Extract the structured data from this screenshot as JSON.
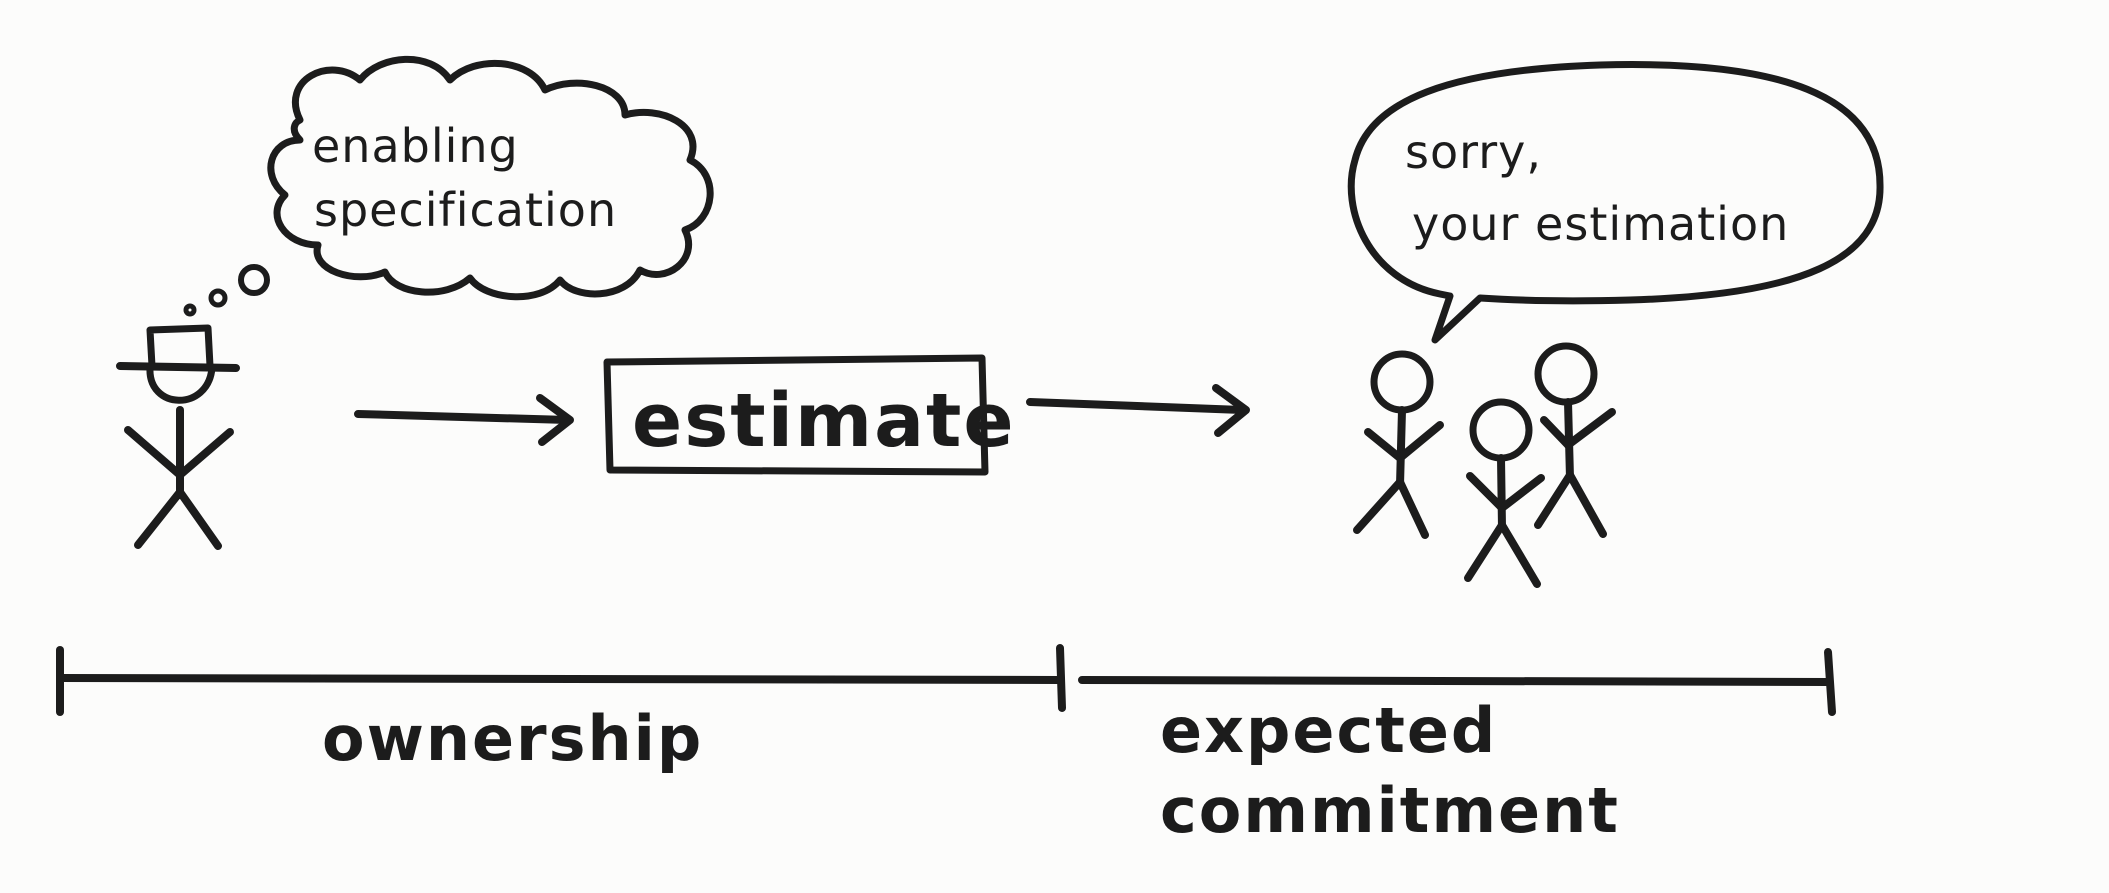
{
  "thought_bubble": {
    "line1": "enabling",
    "line2": "specification"
  },
  "box": {
    "label": "estimate"
  },
  "speech_bubble": {
    "line1": "sorry,",
    "line2": "your estimation"
  },
  "timeline": {
    "left_label": "ownership",
    "right_label_line1": "expected",
    "right_label_line2": "commitment"
  },
  "colors": {
    "ink": "#1c1c1c",
    "paper": "#fcfcfb"
  }
}
